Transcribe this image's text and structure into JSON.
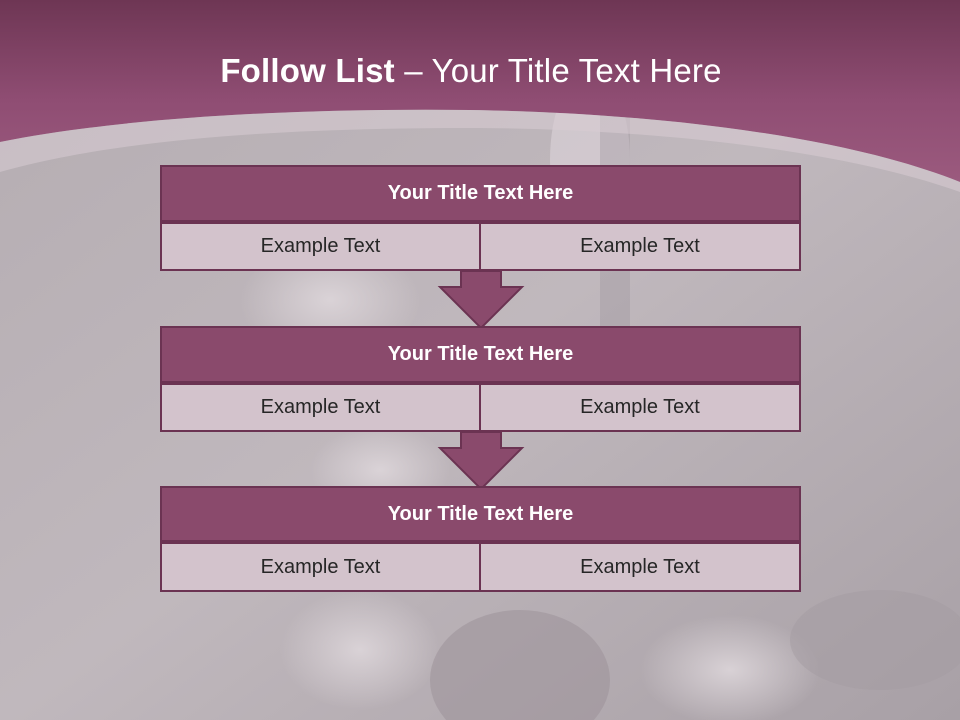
{
  "slide": {
    "title_bold": "Follow List",
    "title_rest": " – Your Title Text Here"
  },
  "blocks": [
    {
      "header": "Your Title Text Here",
      "left_text": "Example Text",
      "right_text": "Example Text"
    },
    {
      "header": "Your Title Text Here",
      "left_text": "Example Text",
      "right_text": "Example Text"
    },
    {
      "header": "Your Title Text Here",
      "left_text": "Example Text",
      "right_text": "Example Text"
    }
  ],
  "icons": {
    "arrow_down": "arrow-down-icon"
  },
  "colors": {
    "header_band": "#8f4d73",
    "block_header": "#8a4a6c",
    "block_cell": "#d3c3cc",
    "block_border": "#6b3352",
    "arrow_fill": "#8a4a6c",
    "background": "#b9b1b6"
  }
}
